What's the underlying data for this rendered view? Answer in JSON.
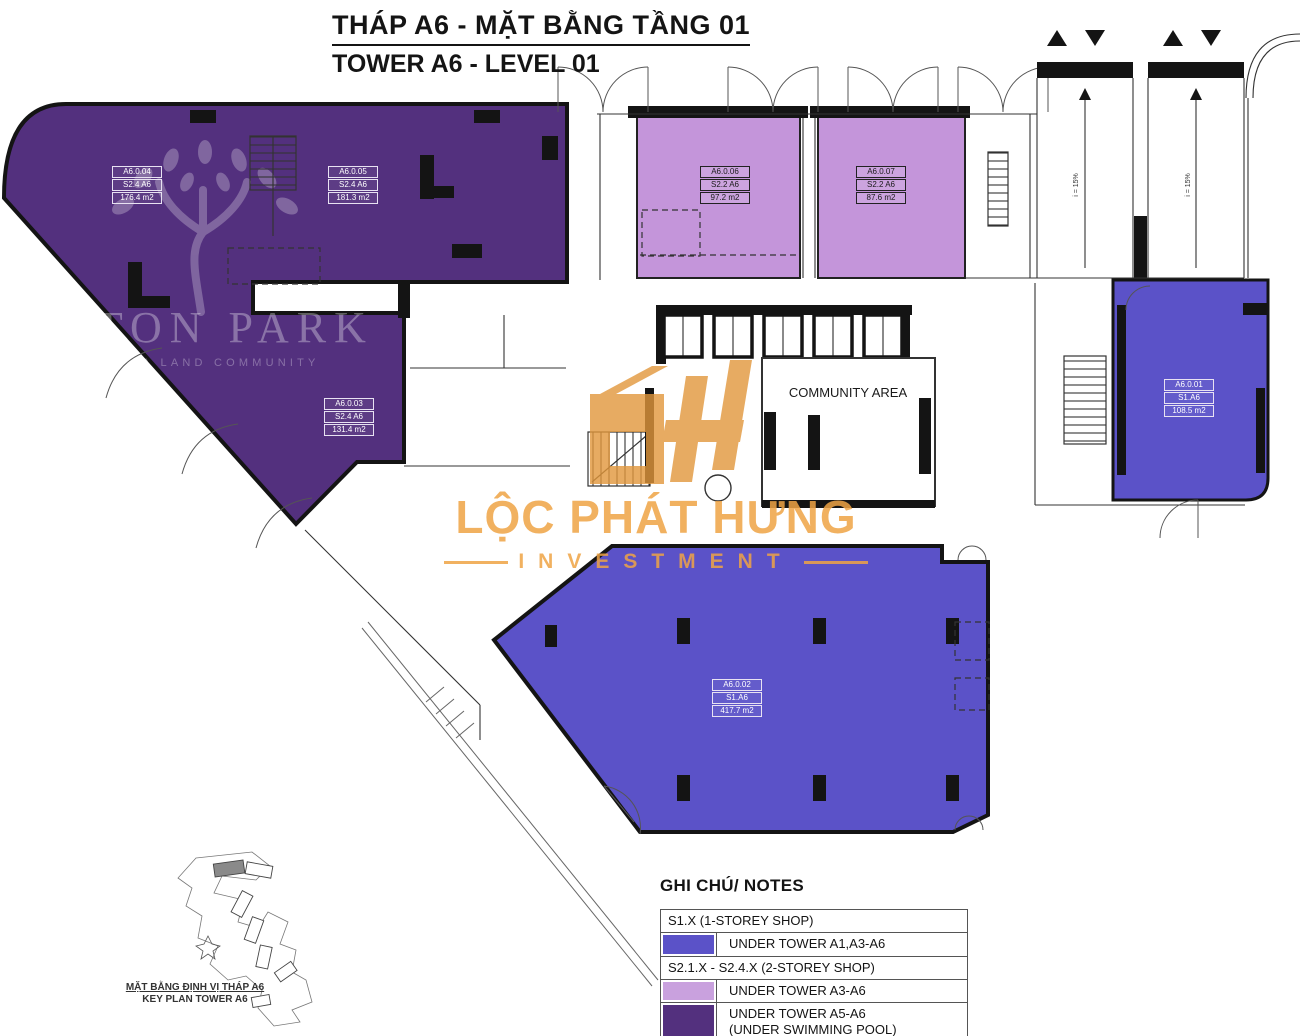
{
  "title": {
    "line1": "THÁP A6 - MẶT BẰNG TẦNG 01",
    "line2": "TOWER A6 - LEVEL 01"
  },
  "units": [
    {
      "id": "A6.0.04",
      "type": "S2.4 A6",
      "area": "176.4 m2"
    },
    {
      "id": "A6.0.05",
      "type": "S2.4 A6",
      "area": "181.3 m2"
    },
    {
      "id": "A6.0.06",
      "type": "S2.2 A6",
      "area": "97.2 m2"
    },
    {
      "id": "A6.0.07",
      "type": "S2.2 A6",
      "area": "87.6 m2"
    },
    {
      "id": "A6.0.03",
      "type": "S2.4 A6",
      "area": "131.4 m2"
    },
    {
      "id": "A6.0.01",
      "type": "S1.A6",
      "area": "108.5 m2"
    },
    {
      "id": "A6.0.02",
      "type": "S1.A6",
      "area": "417.7 m2"
    }
  ],
  "plan_labels": {
    "community_area": "COMMUNITY AREA",
    "ramp_slope": "i = 15%"
  },
  "legend": {
    "heading": "GHI CHÚ/ NOTES",
    "rows": [
      {
        "label": "S1.X (1-STOREY SHOP)"
      },
      {
        "swatch": "#5B52C8",
        "label": "UNDER TOWER A1,A3-A6"
      },
      {
        "label": "S2.1.X - S2.4.X (2-STOREY SHOP)"
      },
      {
        "swatch": "#C9A1DE",
        "label": "UNDER TOWER A3-A6"
      },
      {
        "swatch": "#53307E",
        "label": "UNDER TOWER A5-A6",
        "label2": "(UNDER SWIMMING POOL)"
      }
    ]
  },
  "key_plan": {
    "caption_vi": "MẶT BẰNG ĐỊNH VỊ THÁP A6",
    "caption_en": "KEY PLAN TOWER A6"
  },
  "watermarks": {
    "eaton": {
      "name": "EATON PARK",
      "tagline": "GAMUDA LAND COMMUNITY"
    },
    "investor": {
      "name": "LỘC PHÁT HƯNG",
      "subtitle": "INVESTMENT"
    }
  },
  "colors": {
    "dark_purple": "#53307E",
    "light_purple": "#C495DA",
    "blue": "#5B52C8",
    "wall_black": "#141414",
    "watermark_orange": "#EFA445"
  }
}
